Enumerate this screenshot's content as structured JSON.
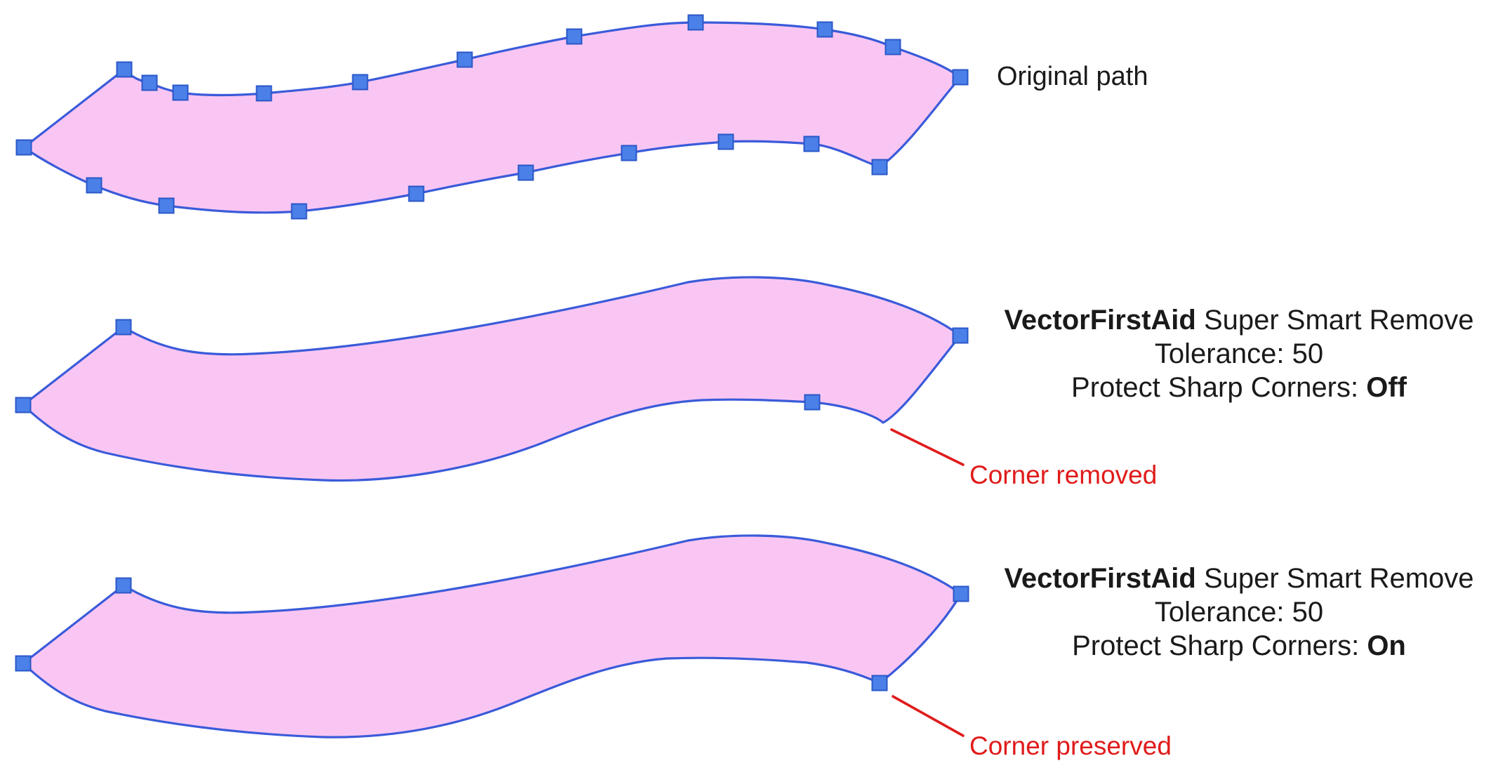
{
  "rows": {
    "original": {
      "label": "Original path"
    },
    "smart_remove_off": {
      "brand": "VectorFirstAid",
      "title_rest": " Super Smart Remove",
      "tolerance_line": "Tolerance: 50",
      "protect_label": "Protect Sharp Corners: ",
      "protect_value": "Off",
      "annotation": "Corner removed"
    },
    "smart_remove_on": {
      "brand": "VectorFirstAid",
      "title_rest": " Super Smart Remove",
      "tolerance_line": "Tolerance: 50",
      "protect_label": "Protect Sharp Corners: ",
      "protect_value": "On",
      "annotation": "Corner preserved"
    }
  },
  "colors": {
    "path_fill": "#f9c6f3",
    "path_stroke": "#3a5bd9",
    "anchor_fill": "#4a80e8",
    "anchor_border": "#2b57c8",
    "annotation": "#e01b1b",
    "text": "#1a1a1a",
    "background": "#ffffff"
  }
}
